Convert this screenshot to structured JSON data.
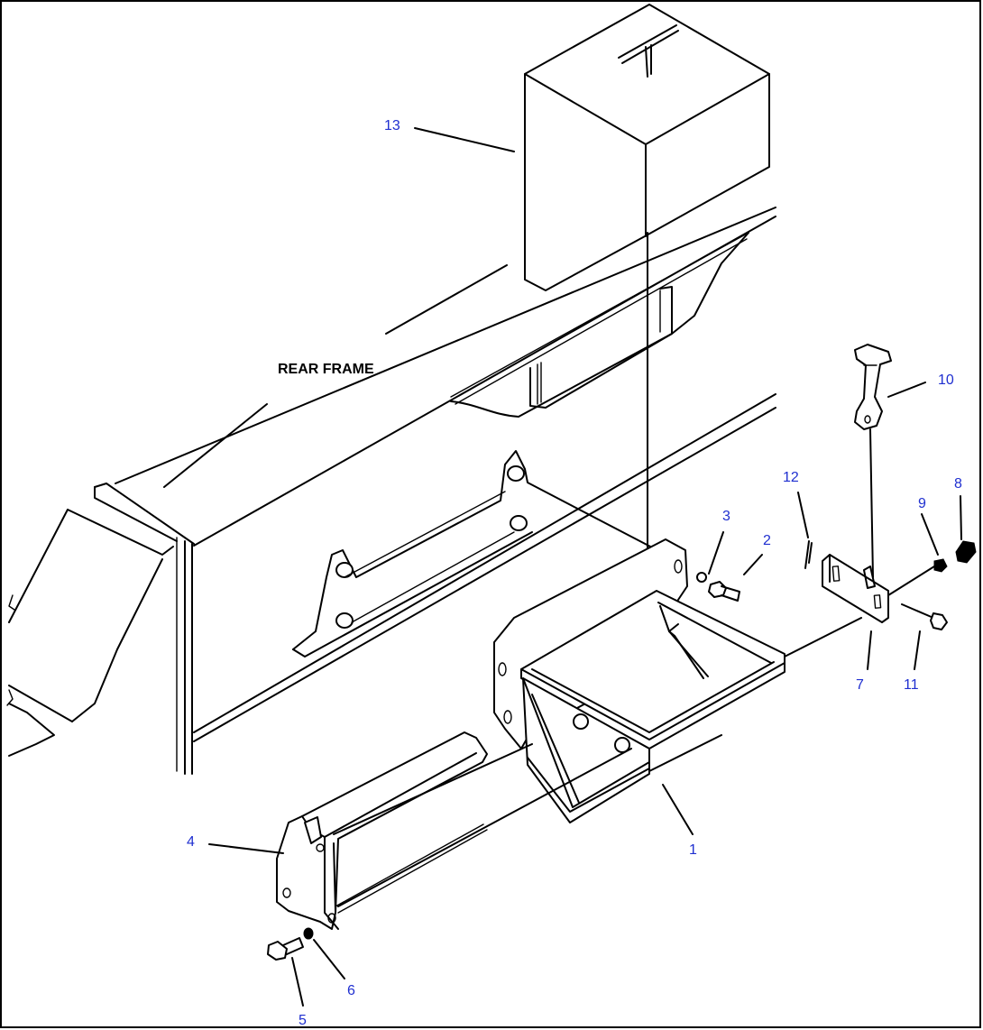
{
  "diagram": {
    "frame_label": "REAR FRAME",
    "callouts": [
      {
        "id": "c1",
        "text": "1"
      },
      {
        "id": "c2",
        "text": "2"
      },
      {
        "id": "c3",
        "text": "3"
      },
      {
        "id": "c4",
        "text": "4"
      },
      {
        "id": "c5",
        "text": "5"
      },
      {
        "id": "c6",
        "text": "6"
      },
      {
        "id": "c7",
        "text": "7"
      },
      {
        "id": "c8",
        "text": "8"
      },
      {
        "id": "c9",
        "text": "9"
      },
      {
        "id": "c10",
        "text": "10"
      },
      {
        "id": "c11",
        "text": "11"
      },
      {
        "id": "c12",
        "text": "12"
      },
      {
        "id": "c13",
        "text": "13"
      }
    ],
    "colors": {
      "callout": "#1f2fd0",
      "line": "#000000",
      "background": "#ffffff"
    }
  }
}
